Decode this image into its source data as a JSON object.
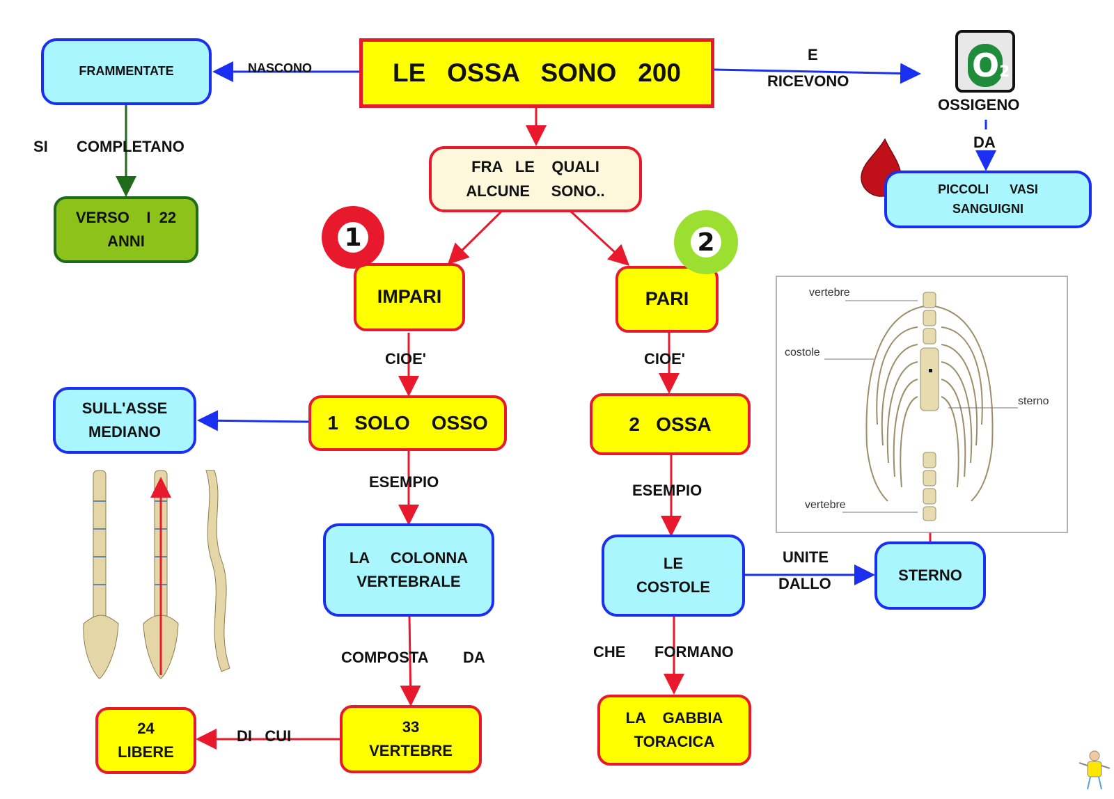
{
  "colors": {
    "yellow_fill": "#ffff00",
    "red_border": "#e8192c",
    "cyan_fill": "#aaf6ff",
    "blue_border": "#1a2ff0",
    "green_fill": "#8cc21a",
    "green_border": "#1f6b1a",
    "cream_fill": "#fdf8dc",
    "badge_red": "#e8192c",
    "badge_green": "#9be030"
  },
  "nodes": {
    "title": "LE   OSSA   SONO   200",
    "frammentate": "FRAMMENTATE",
    "verso": "VERSO    I  22\nANNI",
    "fra_le_quali": "FRA   LE    QUALI\nALCUNE     SONO..",
    "impari": "IMPARI",
    "pari": "PARI",
    "solo_osso": "1   SOLO    OSSO",
    "due_ossa": "2   OSSA",
    "asse_mediano": "SULL'ASSE\nMEDIANO",
    "colonna": "LA     COLONNA\nVERTEBRALE",
    "costole": "LE\nCOSTOLE",
    "sterno": "STERNO",
    "vertebre_33": "33\nVERTEBRE",
    "libere_24": "24\nLIBERE",
    "gabbia": "LA    GABBIA\nTORACICA",
    "piccoli_vasi": "PICCOLI      VASI\nSANGUIGNI",
    "ossigeno": "OSSIGENO"
  },
  "labels": {
    "nascono": "NASCONO",
    "e": "E",
    "ricevono": "RICEVONO",
    "si": "SI",
    "completano": "COMPLETANO",
    "da": "DA",
    "cioe_left": "CIOE'",
    "cioe_right": "CIOE'",
    "esempio_left": "ESEMPIO",
    "esempio_right": "ESEMPIO",
    "composta": "COMPOSTA",
    "composta_da": "DA",
    "di_cui": "DI   CUI",
    "che": "CHE",
    "formano": "FORMANO",
    "unite": "UNITE",
    "dallo": "DALLO"
  },
  "badges": {
    "one": "1",
    "two": "2"
  },
  "o2_icon": {
    "symbol": "O",
    "subscript": "2"
  },
  "ribcage_figure": {
    "labels": {
      "vertebre_top": "vertebre",
      "costole": "costole",
      "sterno": "sterno",
      "vertebre_bottom": "vertebre"
    }
  },
  "icons": [
    "blood-drop-icon",
    "oxygen-tank-icon",
    "spine-illustration",
    "ribcage-illustration",
    "robot-mascot-icon"
  ]
}
